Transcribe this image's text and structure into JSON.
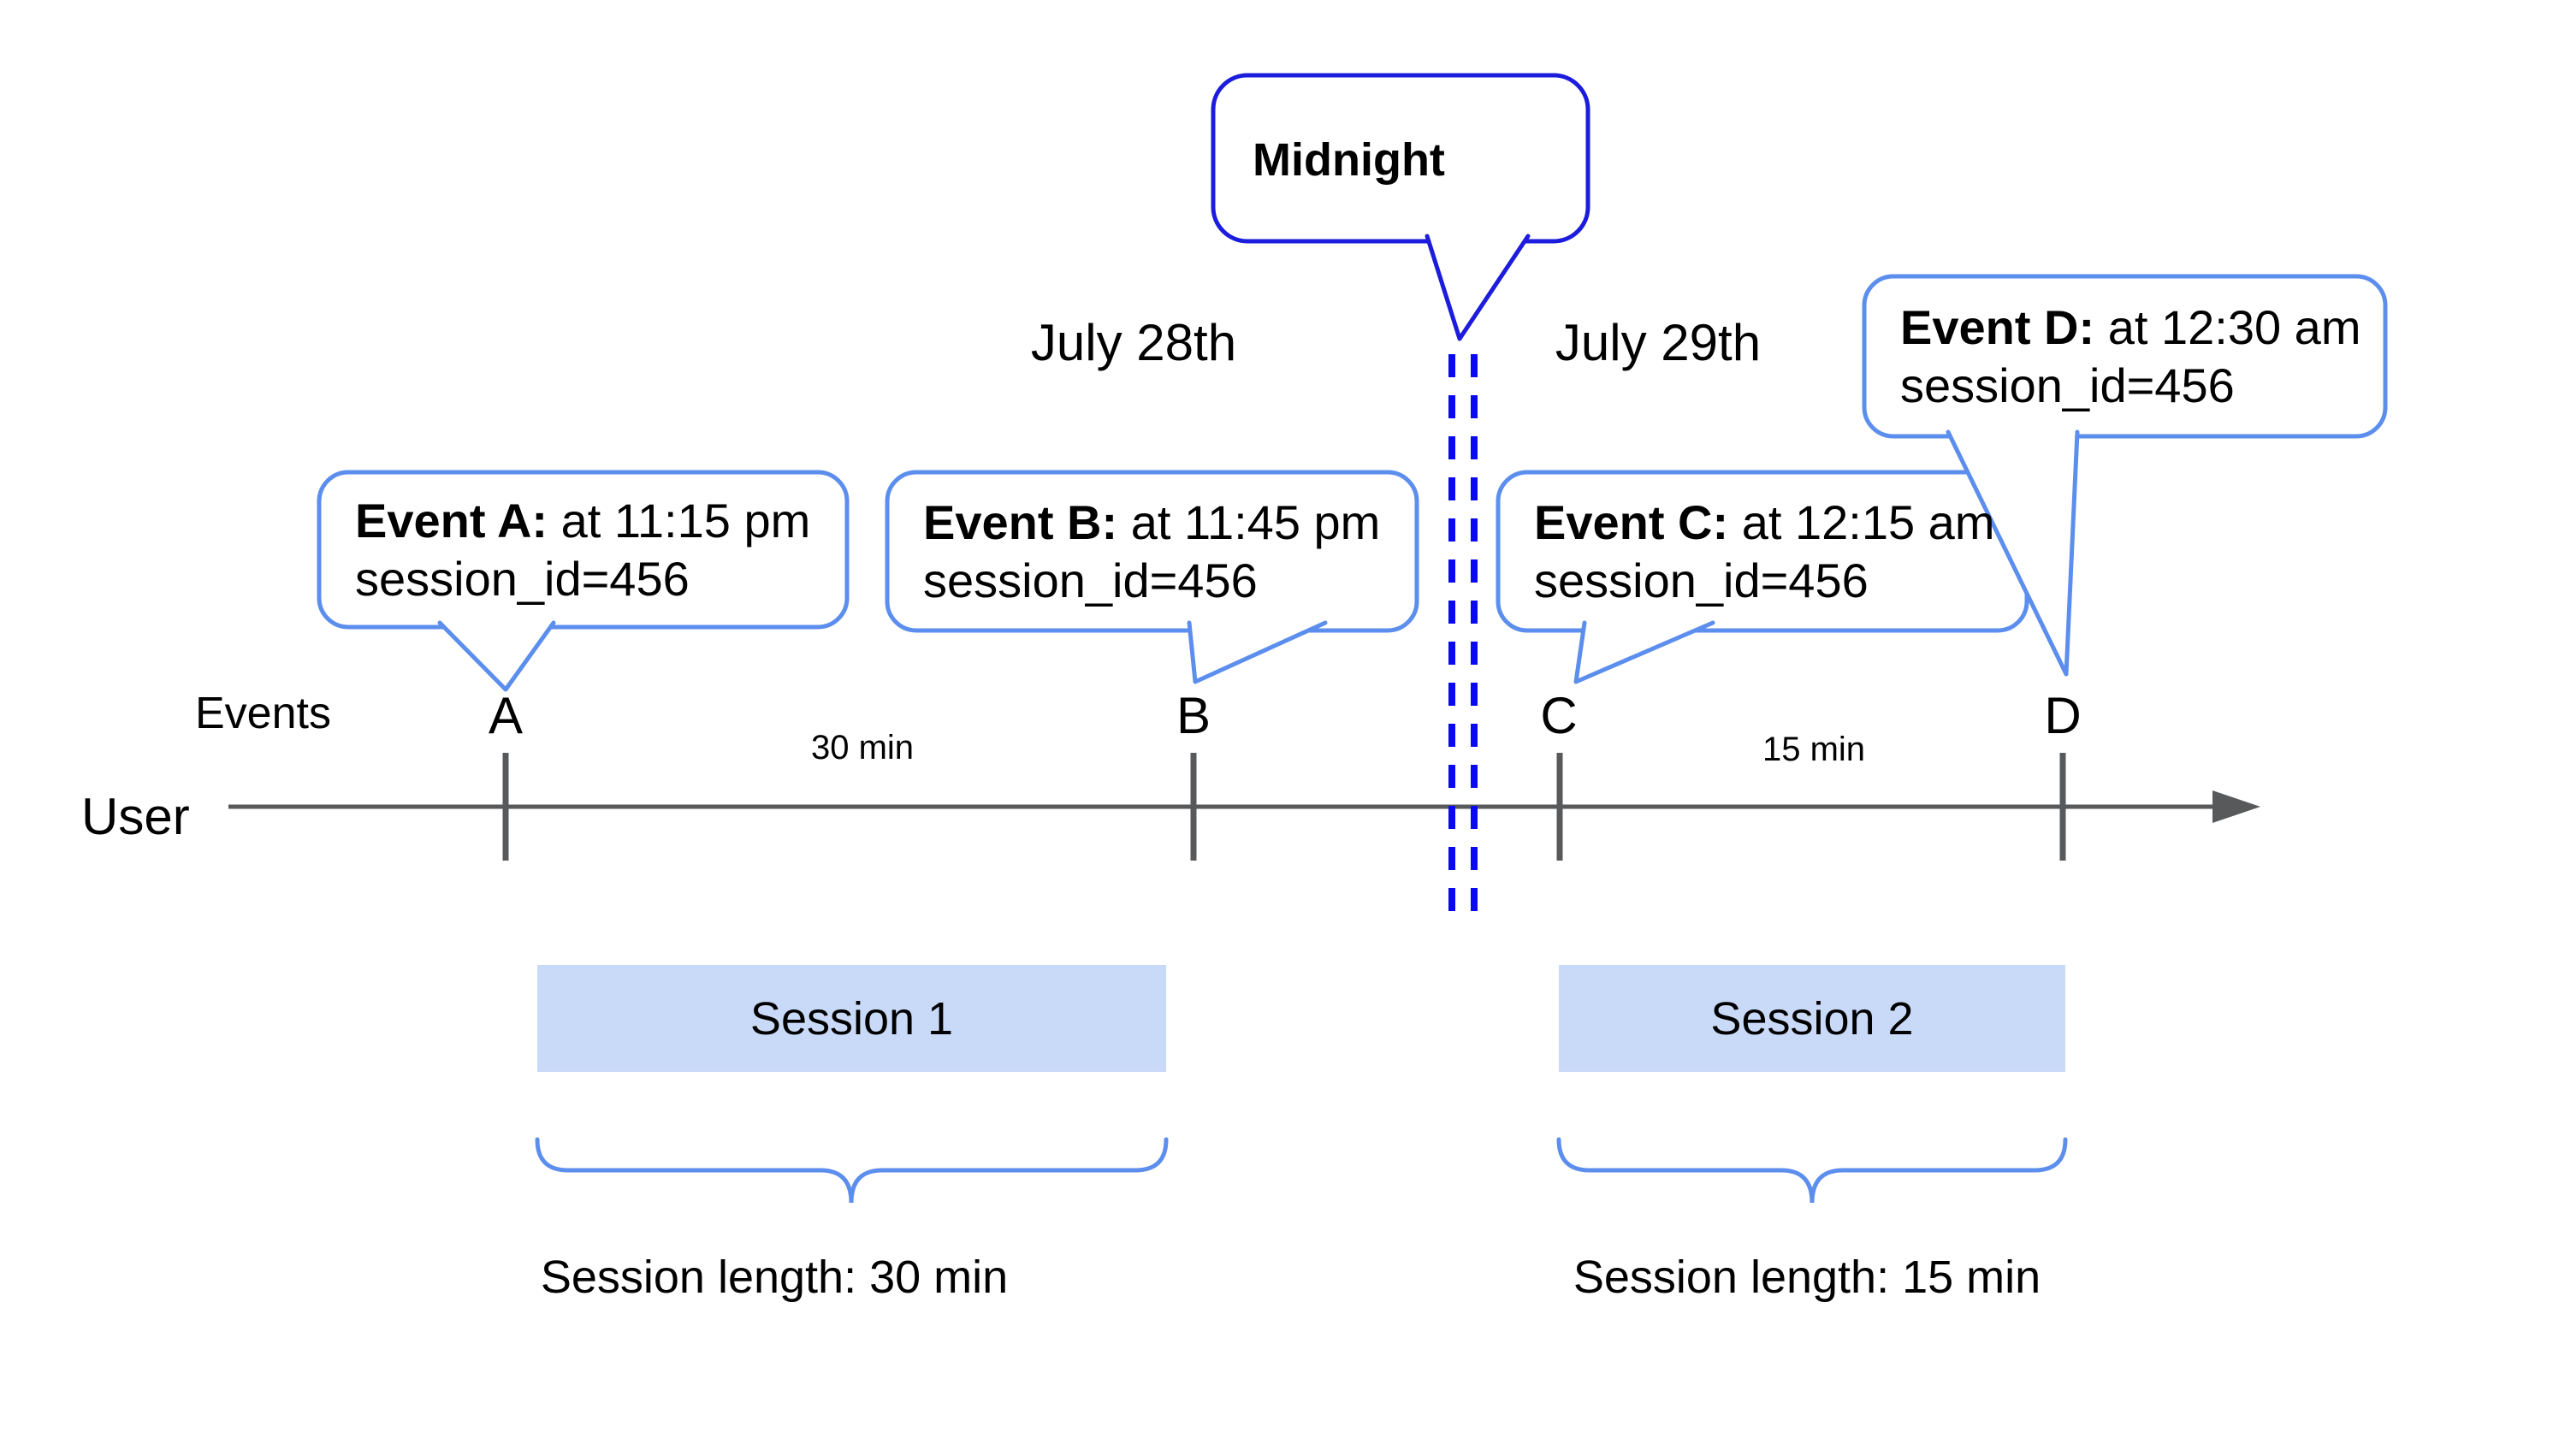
{
  "dates": {
    "day_left": "July 28th",
    "day_right": "July 29th"
  },
  "midnight_callout": {
    "label": "Midnight"
  },
  "axis": {
    "events_label": "Events",
    "user_label": "User",
    "tick_letters": [
      "A",
      "B",
      "C",
      "D"
    ],
    "gap_labels": [
      "30 min",
      "15 min"
    ]
  },
  "event_callouts": [
    {
      "title": "Event A:",
      "time": " at 11:15 pm",
      "session": "session_id=456"
    },
    {
      "title": "Event B:",
      "time": " at 11:45 pm",
      "session": "session_id=456"
    },
    {
      "title": "Event C:",
      "time": " at 12:15 am",
      "session": "session_id=456"
    },
    {
      "title": "Event D:",
      "time": " at 12:30 am",
      "session": "session_id=456"
    }
  ],
  "sessions": [
    {
      "label": "Session 1",
      "length_label": "Session length: 30 min"
    },
    {
      "label": "Session 2",
      "length_label": "Session length: 15 min"
    }
  ],
  "colors": {
    "callout_light_blue": "#5c8eee",
    "midnight_blue": "#1c1cdc",
    "dash_blue": "#0a0af2",
    "session_fill": "#c9daf8",
    "axis_gray": "#58595b"
  }
}
